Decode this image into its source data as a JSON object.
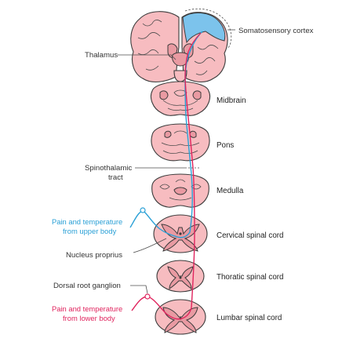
{
  "labels": {
    "somatosensory_cortex": "Somatosensory cortex",
    "thalamus": "Thalamus",
    "midbrain": "Midbrain",
    "pons": "Pons",
    "spinothalamic_line1": "Spinothalamic",
    "spinothalamic_line2": "tract",
    "medulla": "Medulla",
    "upper_line1": "Pain and temperature",
    "upper_line2": "from upper body",
    "cervical": "Cervical spinal cord",
    "nucleus_proprius": "Nucleus proprius",
    "dorsal_root_ganglion": "Dorsal root ganglion",
    "thoratic": "Thoratic spinal cord",
    "lower_line1": "Pain and temperature",
    "lower_line2": "from lower body",
    "lumbar": "Lumbar spinal cord"
  },
  "colors": {
    "tissue": "#f7bcc0",
    "tissue_dark": "#e99aa2",
    "cortex_highlight": "#7cc3ec",
    "upper_pathway": "#2aa0d6",
    "lower_pathway": "#e0245e"
  }
}
